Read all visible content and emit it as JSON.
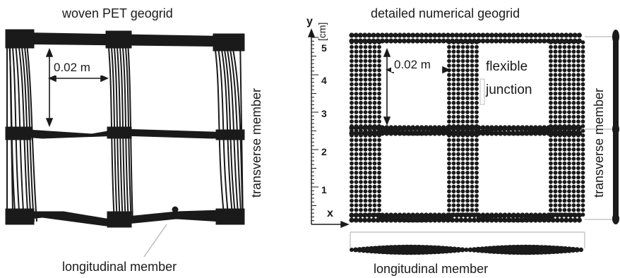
{
  "left_panel": {
    "title": "woven PET geogrid",
    "dimension_label": "0.02 m",
    "side_label": "transverse member",
    "bottom_label": "longitudinal member"
  },
  "right_panel": {
    "title": "detailed numerical geogrid",
    "dimension_label": "0.02 m",
    "annotation_line1": "flexible",
    "annotation_line2": "junction",
    "side_label": "transverse member",
    "bottom_label": "longitudinal member",
    "axis_y_label": "y",
    "axis_x_label": "x",
    "axis_unit": "[cm]",
    "ticks": [
      "1",
      "2",
      "3",
      "4",
      "5"
    ]
  },
  "colors": {
    "ink": "#1a1a1a",
    "paper": "#ffffff",
    "guide": "#bbbbbb"
  }
}
